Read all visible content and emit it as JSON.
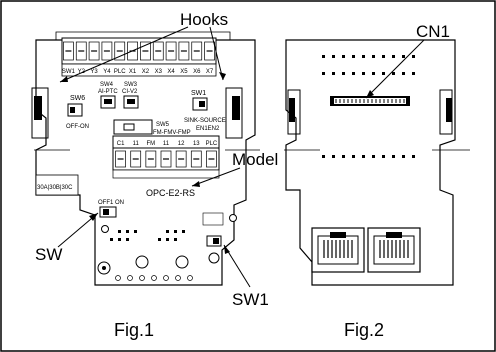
{
  "callouts": {
    "hooks": "Hooks",
    "cn1": "CN1",
    "model": "Model",
    "sw": "SW",
    "sw1": "SW1"
  },
  "captions": {
    "fig1": "Fig.1",
    "fig2": "Fig.2"
  },
  "board": {
    "terminal_top": [
      "SW1",
      "Y2",
      "Y3",
      "Y4",
      "PLC",
      "X1",
      "X2",
      "X3",
      "X4",
      "X5",
      "X6",
      "X7"
    ],
    "sw4_label": "SW4",
    "sw3_label": "SW3",
    "sw4_sub": "AI-PTC",
    "sw3_sub": "CI-V2",
    "sw6_label": "SW6",
    "sw6_sub": "OFF-ON",
    "sw1_label": "SW1",
    "sw1_sub": "SINK-SOURCE",
    "sw5_label": "SW5",
    "sw5_sub": "FM-FMV-FMP",
    "en_label": "EN1EN2",
    "terminal_mid": [
      "C1",
      "11",
      "FM",
      "11",
      "12",
      "13",
      "PLC"
    ],
    "relay_label": "30A|30B|30C",
    "model_text": "OPC-E2-RS",
    "sw_small": "OFF1 ON"
  }
}
